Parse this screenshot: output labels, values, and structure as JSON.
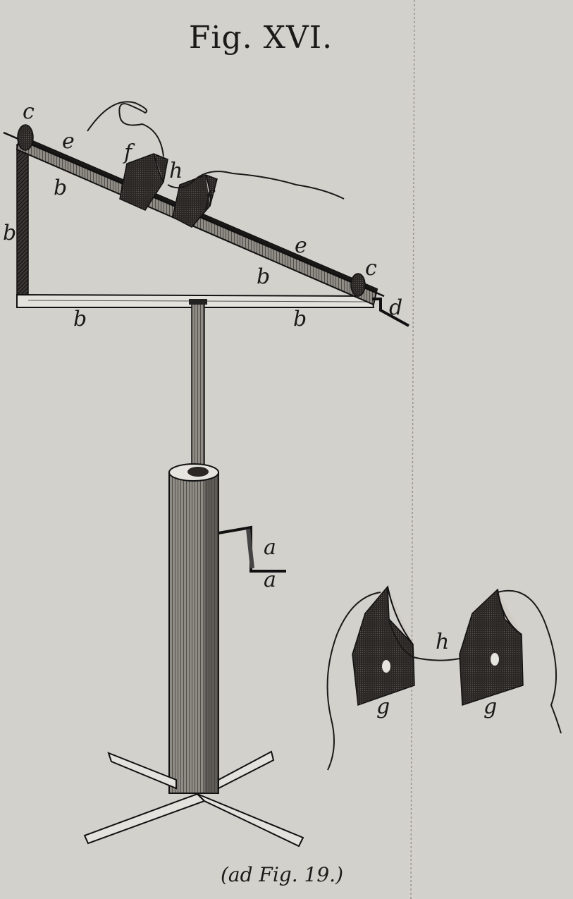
{
  "title": "Fig. XVI.",
  "caption": "(ad Fig. 19.)",
  "labels": {
    "a": "a",
    "b": "b",
    "c": "c",
    "d": "d",
    "e": "e",
    "f": "f",
    "g": "g",
    "h": "h"
  },
  "colors": {
    "paper": "#d3d1cc",
    "ink": "#1c1a18"
  }
}
